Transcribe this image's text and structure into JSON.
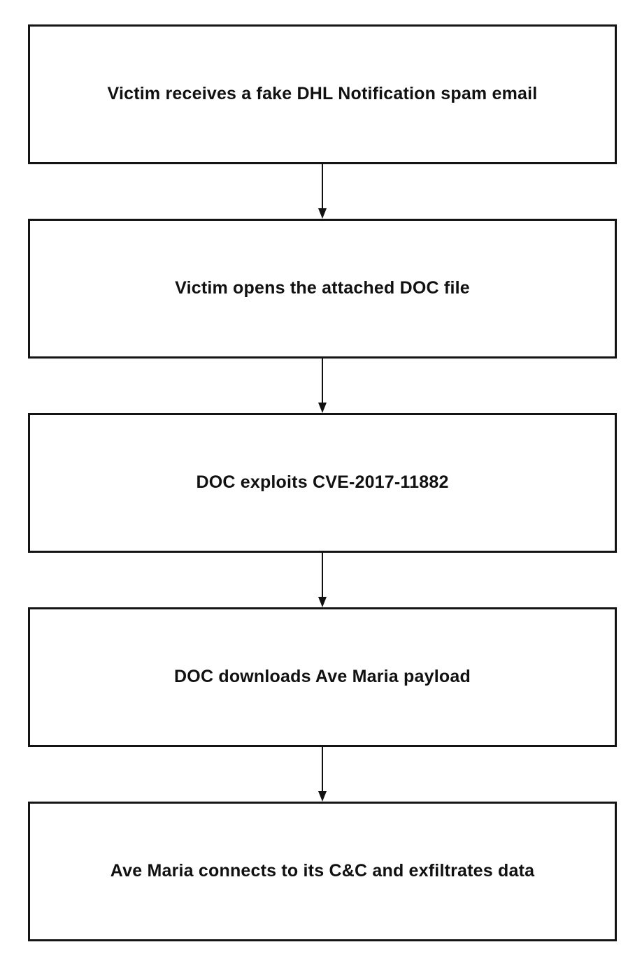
{
  "page": {
    "background_color": "#ffffff",
    "diagram_kind": "flowchart",
    "direction": "top-down"
  },
  "style": {
    "box_border_color": "#141414",
    "box_fill_color": "#ffffff",
    "text_color": "#111111",
    "connector_color": "#111111",
    "connector_type": "arrow-down"
  },
  "flowchart": {
    "steps": [
      {
        "label": "Victim receives a fake DHL Notification spam email"
      },
      {
        "label": "Victim opens the attached DOC file"
      },
      {
        "label": "DOC exploits CVE-2017-11882"
      },
      {
        "label": "DOC downloads Ave Maria payload"
      },
      {
        "label": "Ave Maria connects to its C&C and exfiltrates data"
      }
    ],
    "connections": [
      {
        "from": 0,
        "to": 1
      },
      {
        "from": 1,
        "to": 2
      },
      {
        "from": 2,
        "to": 3
      },
      {
        "from": 3,
        "to": 4
      }
    ]
  }
}
